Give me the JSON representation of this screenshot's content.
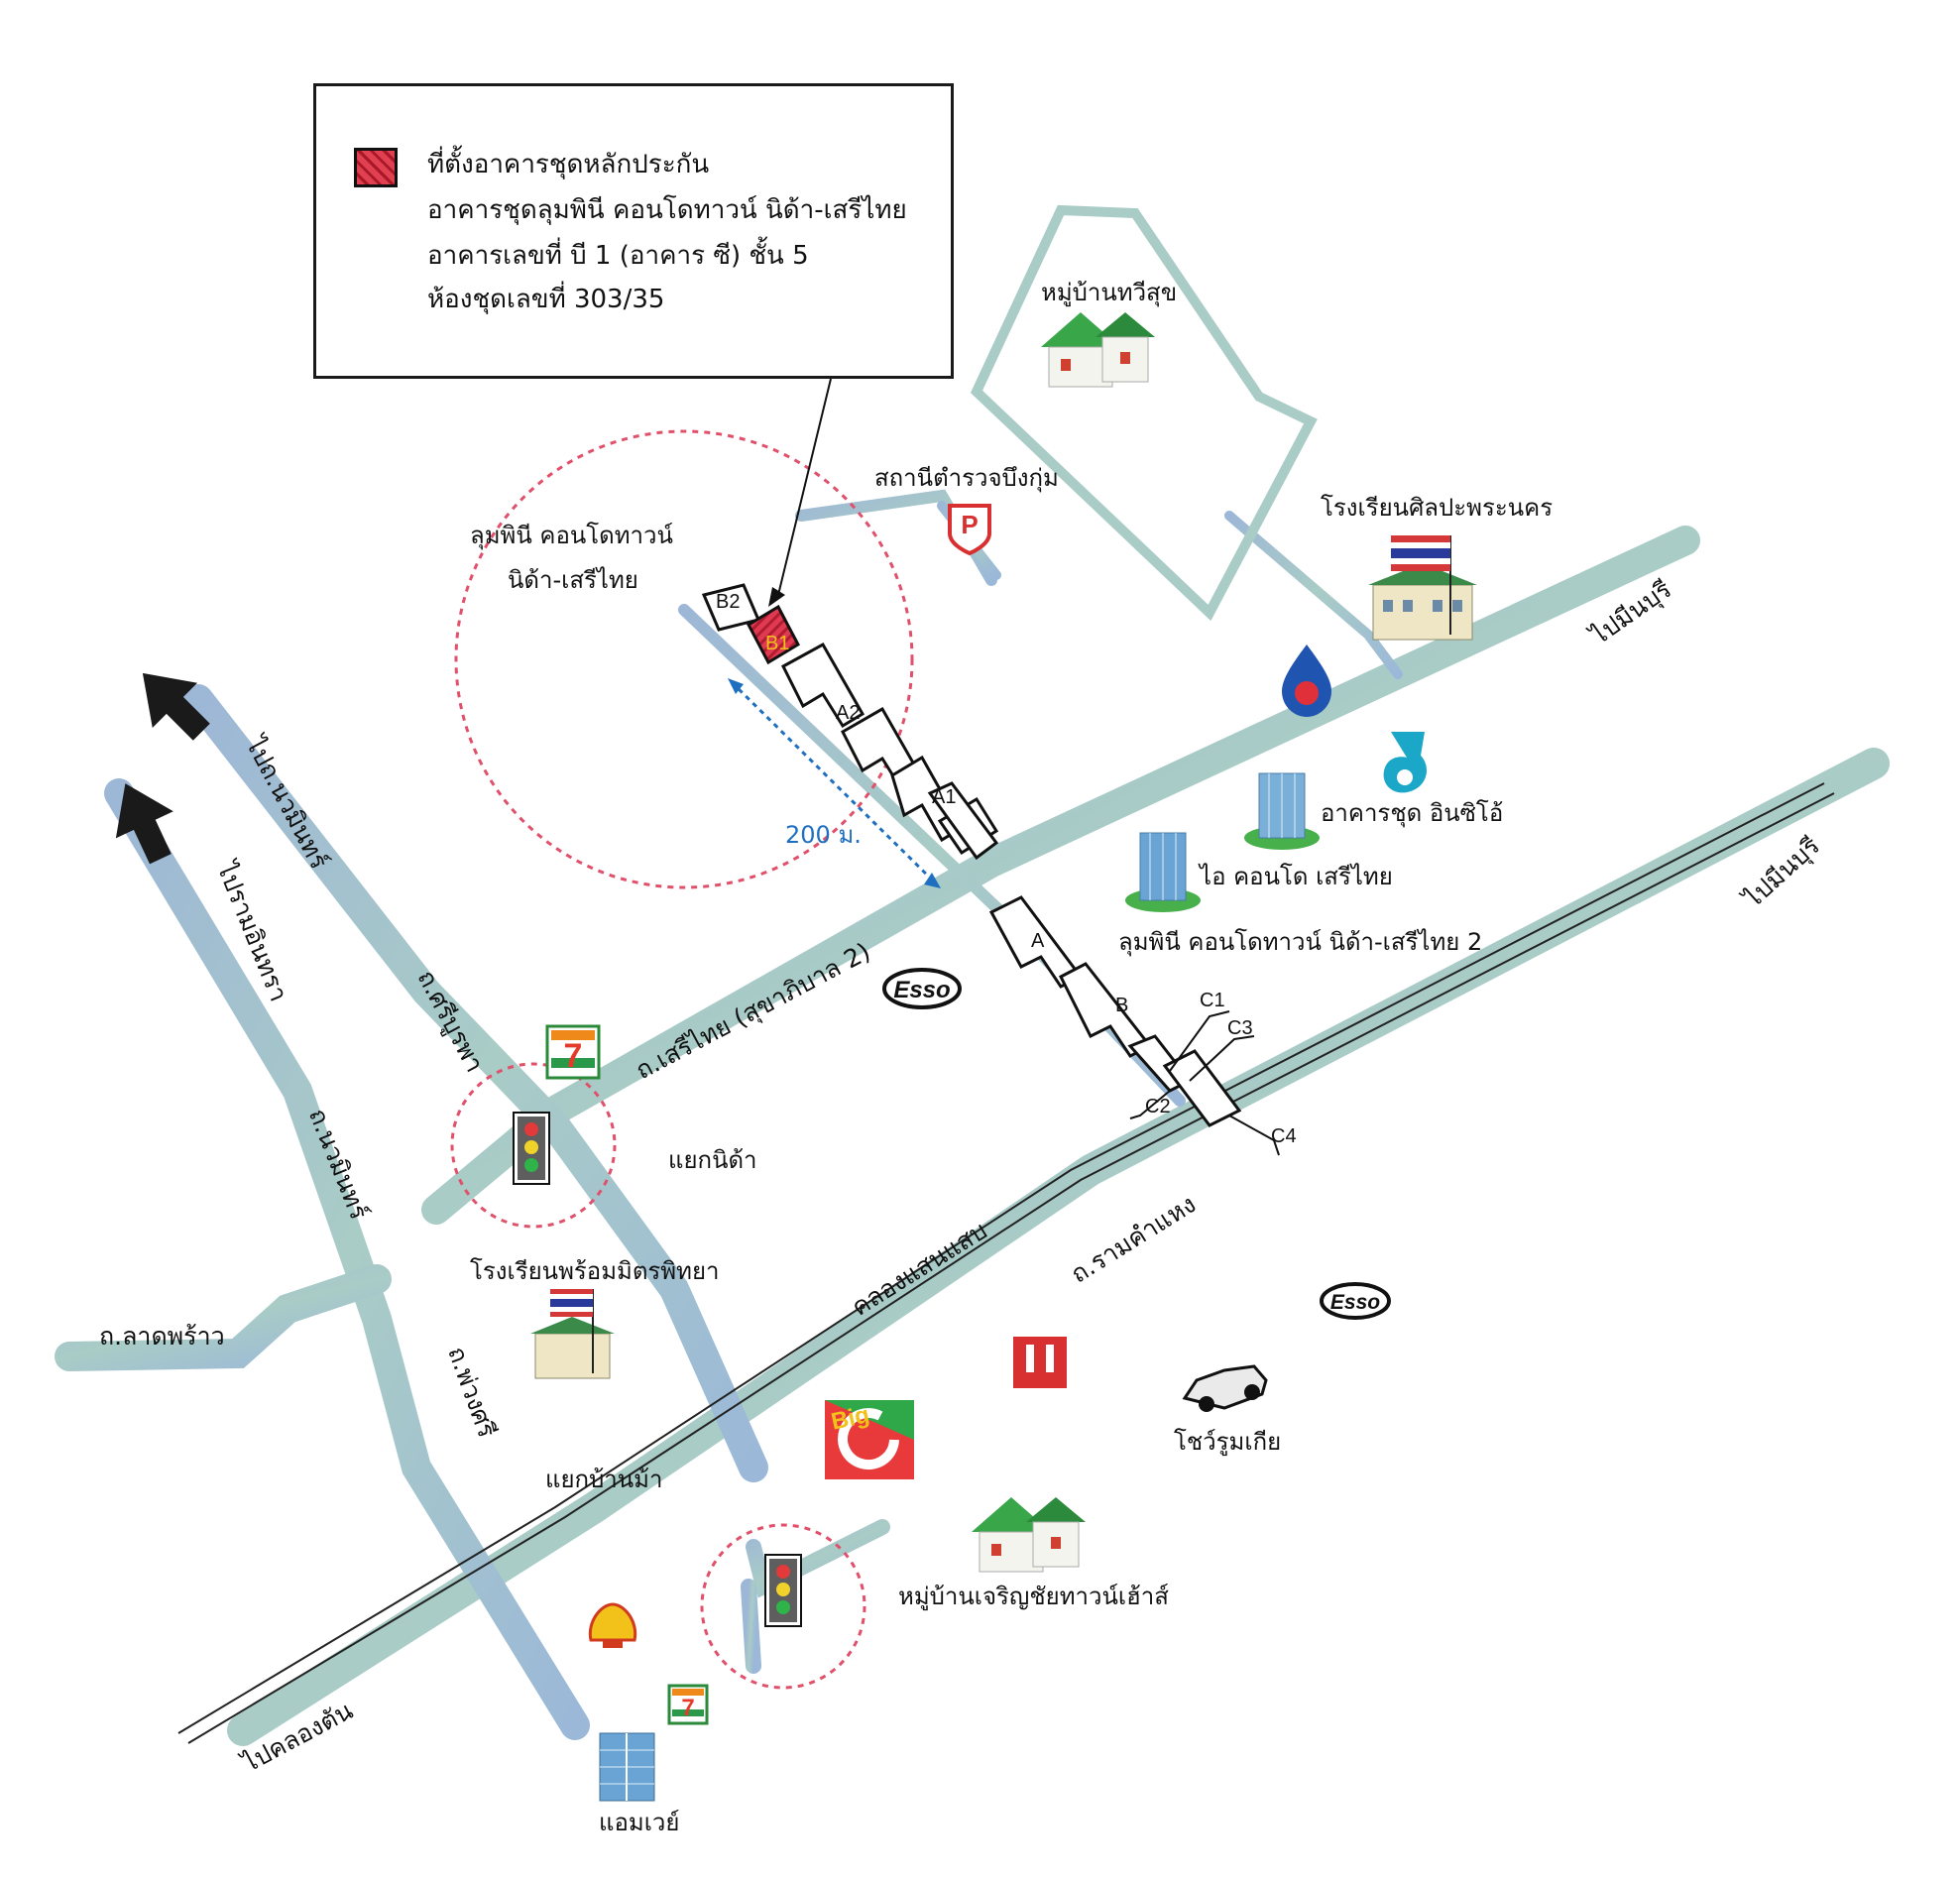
{
  "legend": {
    "title": "ที่ตั้งอาคารชุดหลักประกัน",
    "line1": "อาคารชุดลุมพินี คอนโดทาวน์ นิด้า-เสรีไทย",
    "line2": "อาคารเลขที่ บี 1 (อาคาร ซี)  ชั้น 5",
    "line3": "ห้องชุดเลขที่ 303/35",
    "swatch_color": "#d8304a"
  },
  "roads": {
    "seri_thai": "ถ.เสรีไทย (สุขาภิบาล 2)",
    "ramkhamhaeng": "ถ.รามคำแหง",
    "khlong": "คลองแสนแสบ",
    "sriburapha": "ถ.ศรีบูรพา",
    "nawamin": "ถ.นวมินทร์",
    "phuangsri": "ถ.พ่วงศรี",
    "latphrao": "ถ.ลาดพร้าว",
    "to_minburi_1": "ไปมีนบุรี",
    "to_minburi_2": "ไปมีนบุรี",
    "to_nawamin": "ไปถ.นวมินทร์",
    "to_ram_intra": "ไปรามอินทรา",
    "to_khlongton": "ไปคลองตัน"
  },
  "places": {
    "lumpini_condotown": "ลุมพินี คอนโดทาวน์",
    "nida_serithai": "นิด้า-เสรีไทย",
    "police_station": "สถานีตำรวจบึงกุ่ม",
    "village_thawisuk": "หมู่บ้านทวีสุข",
    "school_silpa": "โรงเรียนศิลปะพระนคร",
    "condo_inspire": "อาคารชุด อินซิโอ้",
    "i_condo": "ไอ คอนโด เสรีไทย",
    "lumpini_2": "ลุมพินี คอนโดทาวน์ นิด้า-เสรีไทย 2",
    "nida_junction": "แยกนิด้า",
    "school_prommit": "โรงเรียนพร้อมมิตรพิทยา",
    "banma_junction": "แยกบ้านม้า",
    "kia_showroom": "โชว์รูมเกีย",
    "charoenchai_village": "หมู่บ้านเจริญชัยทาวน์เฮ้าส์",
    "amway": "แอมเวย์"
  },
  "distance": "200 ม.",
  "buildings": {
    "b1": "B1",
    "b2": "B2",
    "a1": "A1",
    "a2": "A2",
    "a": "A",
    "b": "B",
    "c1": "C1",
    "c2": "C2",
    "c3": "C3",
    "c4": "C4"
  },
  "logos": {
    "esso": "Esso",
    "seven": "7",
    "big_c": "Big",
    "parking": "P"
  },
  "colors": {
    "road": "#a7c3cc",
    "dashed_circle": "#e0506a",
    "distance": "#1f6fc0"
  }
}
